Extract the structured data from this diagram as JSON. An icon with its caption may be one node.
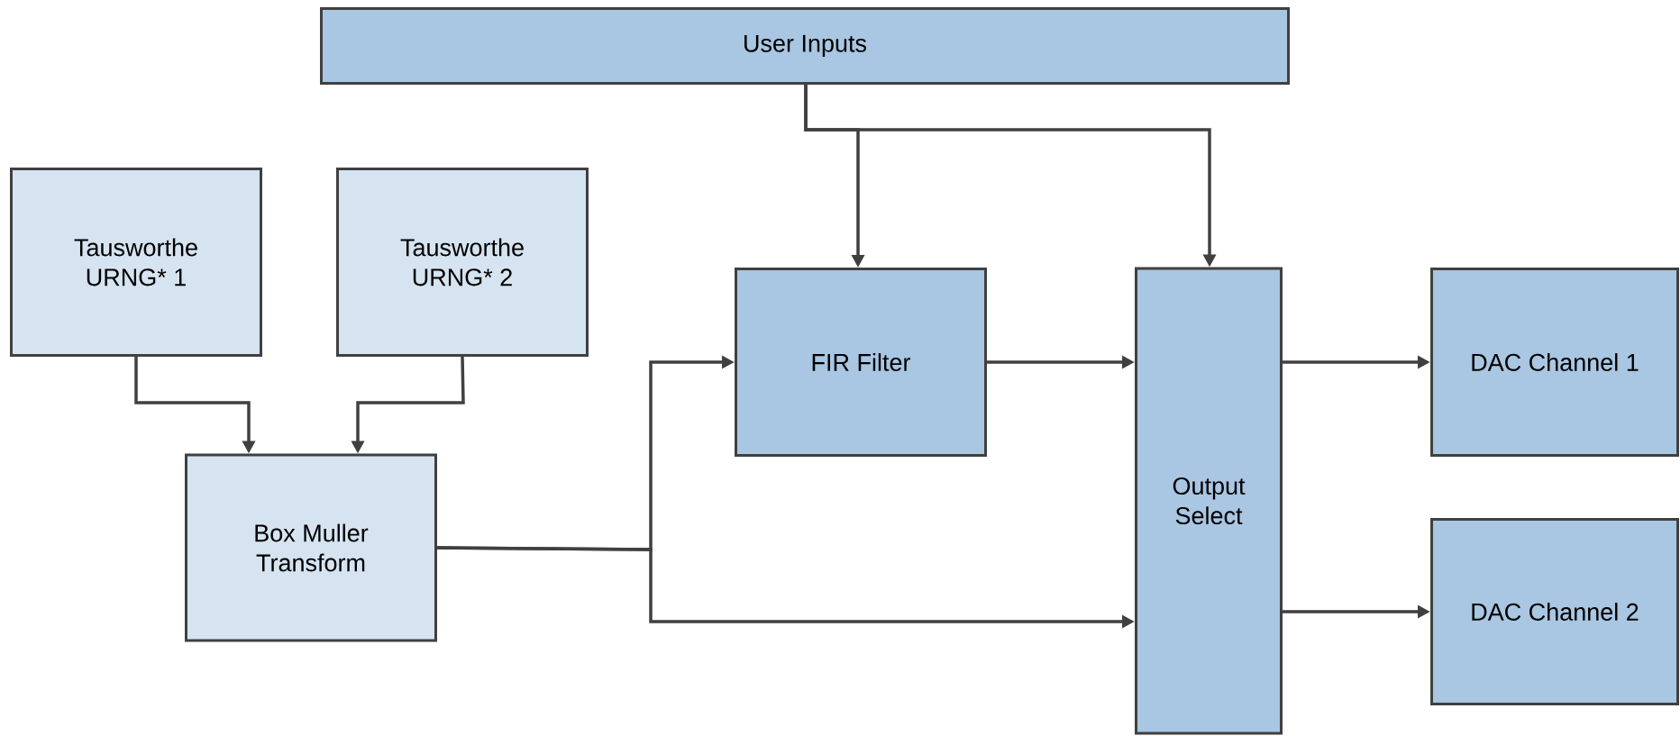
{
  "diagram": {
    "nodes": [
      {
        "text": [
          "User Inputs"
        ]
      },
      {
        "text": [
          "Tausworthe URNG* 1"
        ]
      },
      {
        "text": [
          "Tausworthe URNG* 2"
        ]
      },
      {
        "text": [
          "Box Muller Transform"
        ]
      },
      {
        "text": [
          "FIR Filter"
        ]
      },
      {
        "text": [
          "Output Select"
        ]
      },
      {
        "text": [
          "DAC Channel 1"
        ]
      },
      {
        "text": [
          "DAC Channel 2"
        ]
      }
    ],
    "edges": [
      {
        "from": 0,
        "to": 4,
        "arrow": "to"
      },
      {
        "from": 0,
        "to": 5,
        "arrow": "to"
      },
      {
        "from": 1,
        "to": 3,
        "arrow": "to"
      },
      {
        "from": 2,
        "to": 3,
        "arrow": "to"
      },
      {
        "from": 3,
        "to": 4,
        "arrow": "to"
      },
      {
        "from": 3,
        "to": 5,
        "arrow": "to"
      },
      {
        "from": 4,
        "to": 5,
        "arrow": "to"
      },
      {
        "from": 5,
        "to": 6,
        "arrow": "to"
      },
      {
        "from": 5,
        "to": 7,
        "arrow": "to"
      }
    ]
  }
}
